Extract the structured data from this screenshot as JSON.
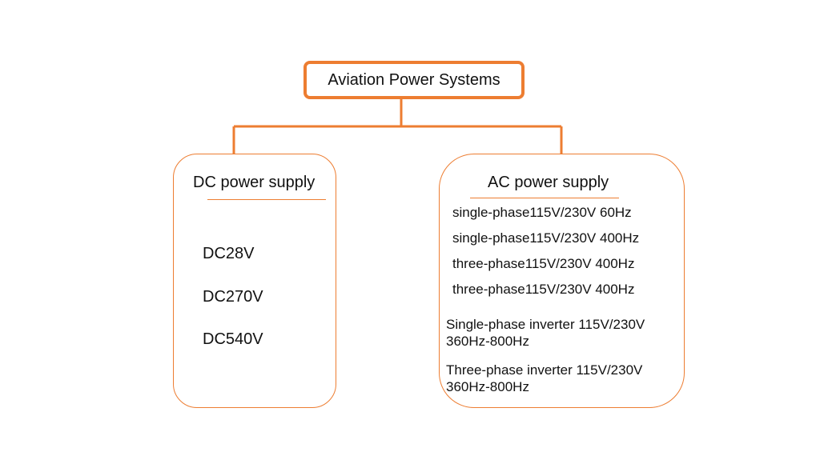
{
  "diagram": {
    "root": {
      "label": "Aviation Power Systems"
    },
    "dc": {
      "title": "DC power supply",
      "items": [
        "DC28V",
        "DC270V",
        "DC540V"
      ]
    },
    "ac": {
      "title": "AC power supply",
      "items": [
        "single-phase115V/230V 60Hz",
        "single-phase115V/230V 400Hz",
        "three-phase115V/230V 400Hz",
        "three-phase115V/230V 400Hz"
      ],
      "inverters": [
        "Single-phase inverter 115V/230V\n360Hz-800Hz",
        "Three-phase inverter  115V/230V\n360Hz-800Hz"
      ]
    },
    "colors": {
      "accent": "#ED7D31",
      "text": "#111111",
      "background": "#FFFFFF"
    }
  }
}
